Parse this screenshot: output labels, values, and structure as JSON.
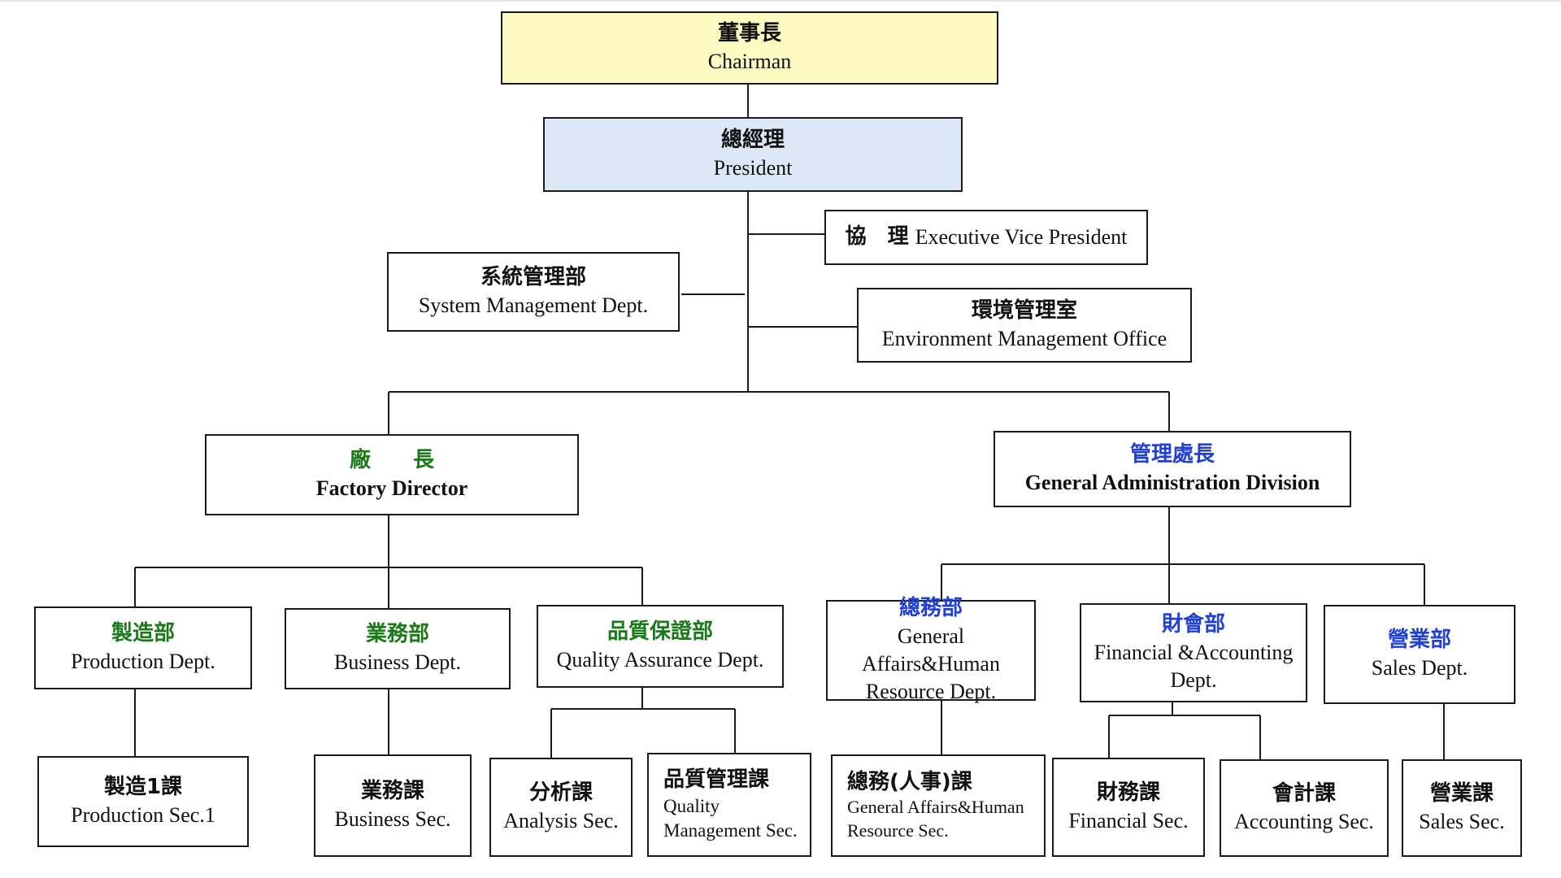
{
  "nodes": {
    "chairman": {
      "zh": "董事長",
      "en": "Chairman",
      "fill": "#fdfbc2"
    },
    "president": {
      "zh": "總經理",
      "en": "President",
      "fill": "#dce8f5"
    },
    "evp": {
      "zh": "協　理",
      "en": "Executive Vice President"
    },
    "system_mgmt": {
      "zh": "系統管理部",
      "en": "System Management Dept."
    },
    "env_mgmt": {
      "zh": "環境管理室",
      "en": "Environment Management Office"
    },
    "factory_director": {
      "zh": "廠　　長",
      "en": "Factory Director"
    },
    "general_admin": {
      "zh": "管理處長",
      "en": "General Administration Division"
    },
    "production_dept": {
      "zh": "製造部",
      "en": "Production Dept."
    },
    "business_dept": {
      "zh": "業務部",
      "en": "Business Dept."
    },
    "qa_dept": {
      "zh": "品質保證部",
      "en": "Quality Assurance Dept."
    },
    "ga_hr_dept": {
      "zh": "總務部",
      "en": "General Affairs&Human Resource Dept."
    },
    "fin_acc_dept": {
      "zh": "財會部",
      "en": "Financial &Accounting Dept."
    },
    "sales_dept": {
      "zh": "營業部",
      "en": "Sales Dept."
    },
    "production_sec1": {
      "zh": "製造1課",
      "en": "Production Sec.1"
    },
    "business_sec": {
      "zh": "業務課",
      "en": "Business Sec."
    },
    "analysis_sec": {
      "zh": "分析課",
      "en": "Analysis Sec."
    },
    "qm_sec": {
      "zh": "品質管理課",
      "en": "Quality Management Sec."
    },
    "ga_hr_sec": {
      "zh": "總務(人事)課",
      "en": "General Affairs&Human Resource Sec."
    },
    "financial_sec": {
      "zh": "財務課",
      "en": "Financial Sec."
    },
    "accounting_sec": {
      "zh": "會計課",
      "en": "Accounting Sec."
    },
    "sales_sec": {
      "zh": "營業課",
      "en": "Sales Sec."
    }
  },
  "colors": {
    "line": "#1a1a1a",
    "factory_branch_text": "#1a7a1a",
    "admin_branch_text": "#1f3fd6"
  }
}
